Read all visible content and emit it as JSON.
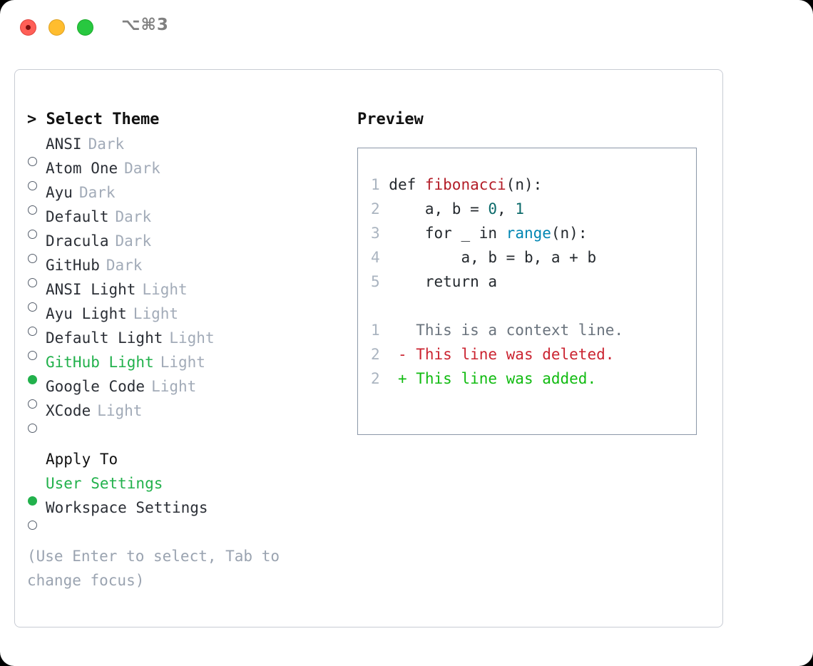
{
  "titlebar": {
    "shortcut": "⌥⌘3",
    "close_label": "close",
    "minimize_label": "minimize",
    "maximize_label": "maximize"
  },
  "theme_picker": {
    "header": "> Select Theme",
    "options": [
      {
        "marker": "o",
        "label": "ANSI",
        "badge": "Dark",
        "selected": false
      },
      {
        "marker": "o",
        "label": "Atom One",
        "badge": "Dark",
        "selected": false
      },
      {
        "marker": "o",
        "label": "Ayu",
        "badge": "Dark",
        "selected": false
      },
      {
        "marker": "o",
        "label": "Default",
        "badge": "Dark",
        "selected": false
      },
      {
        "marker": "o",
        "label": "Dracula",
        "badge": "Dark",
        "selected": false
      },
      {
        "marker": "o",
        "label": "GitHub",
        "badge": "Dark",
        "selected": false
      },
      {
        "marker": "o",
        "label": "ANSI Light",
        "badge": "Light",
        "selected": false
      },
      {
        "marker": "o",
        "label": "Ayu Light",
        "badge": "Light",
        "selected": false
      },
      {
        "marker": "o",
        "label": "Default Light",
        "badge": "Light",
        "selected": false
      },
      {
        "marker": "●",
        "label": "GitHub Light",
        "badge": "Light",
        "selected": true
      },
      {
        "marker": "o",
        "label": "Google Code",
        "badge": "Light",
        "selected": false
      },
      {
        "marker": "o",
        "label": "XCode",
        "badge": "Light",
        "selected": false
      }
    ]
  },
  "apply_to": {
    "heading": "Apply To",
    "options": [
      {
        "marker": "●",
        "label": "User Settings",
        "selected": true
      },
      {
        "marker": "o",
        "label": "Workspace Settings",
        "selected": false
      }
    ]
  },
  "hint": "(Use Enter to select, Tab to change focus)",
  "preview": {
    "title": "Preview",
    "code_lines": [
      {
        "num": "1",
        "segments": [
          {
            "text": "def ",
            "type": "plain"
          },
          {
            "text": "fibonacci",
            "type": "fn"
          },
          {
            "text": "(n):",
            "type": "plain"
          }
        ]
      },
      {
        "num": "2",
        "segments": [
          {
            "text": "    a, b = ",
            "type": "plain"
          },
          {
            "text": "0",
            "type": "num"
          },
          {
            "text": ", ",
            "type": "plain"
          },
          {
            "text": "1",
            "type": "num"
          }
        ]
      },
      {
        "num": "3",
        "segments": [
          {
            "text": "    for _ in ",
            "type": "plain"
          },
          {
            "text": "range",
            "type": "call"
          },
          {
            "text": "(n):",
            "type": "plain"
          }
        ]
      },
      {
        "num": "4",
        "segments": [
          {
            "text": "        a, b = b, a + b",
            "type": "plain"
          }
        ]
      },
      {
        "num": "5",
        "segments": [
          {
            "text": "    return a",
            "type": "plain"
          }
        ]
      }
    ],
    "diff_lines": [
      {
        "num": "1",
        "marker": " ",
        "text": "This is a context line.",
        "kind": "ctx"
      },
      {
        "num": "2",
        "marker": "-",
        "text": "This line was deleted.",
        "kind": "del"
      },
      {
        "num": "2",
        "marker": "+",
        "text": "This line was added.",
        "kind": "add"
      }
    ]
  },
  "colors": {
    "accent_green": "#22b14c",
    "muted": "#a2abb8",
    "hint": "#9aa3b0",
    "panel_border": "#c8ccd4",
    "preview_border": "#8b97a8",
    "diff_add": "#11bb11",
    "diff_del": "#cb2431",
    "syntax_fn": "#b31d28",
    "syntax_num": "#0b6a6a",
    "syntax_call": "#0086b3"
  }
}
